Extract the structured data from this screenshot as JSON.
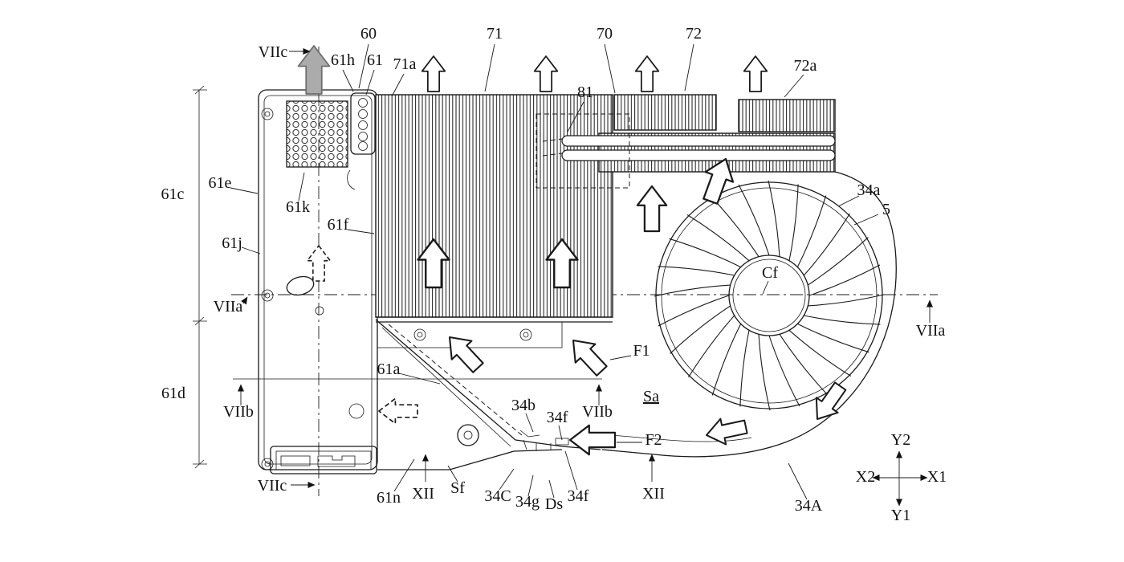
{
  "figure": {
    "kind": "patent-line-drawing",
    "subject": "cooling assembly with heat sink fins and centrifugal fan"
  },
  "colors": {
    "line": "#1a1a1a",
    "background": "#ffffff",
    "hollow_arrow_fill": "#ffffff",
    "gray_arrow_fill": "#ababab"
  },
  "labels": {
    "n60": "60",
    "n61": "61",
    "n61h": "61h",
    "n71a": "71a",
    "n71": "71",
    "n70": "70",
    "n72": "72",
    "n72a": "72a",
    "n81": "81",
    "n61c": "61c",
    "n61d": "61d",
    "n61e": "61e",
    "n61f": "61f",
    "n61j": "61j",
    "n61k": "61k",
    "n61a": "61a",
    "n61n": "61n",
    "viia_left": "VIIa",
    "viia_right": "VIIa",
    "viib_left": "VIIb",
    "viib_right": "VIIb",
    "viic_top": "VIIc",
    "viic_bottom": "VIIc",
    "xii_left": "XII",
    "xii_right": "XII",
    "sf": "Sf",
    "sa": "Sa",
    "ds": "Ds",
    "cf": "Cf",
    "f1": "F1",
    "f2": "F2",
    "n34a": "34a",
    "n34A": "34A",
    "n34b": "34b",
    "n34c": "34C",
    "n34f_mid": "34f",
    "n34f_bot": "34f",
    "n34g": "34g",
    "n5": "5",
    "x1": "X1",
    "x2": "X2",
    "y1": "Y1",
    "y2": "Y2"
  }
}
